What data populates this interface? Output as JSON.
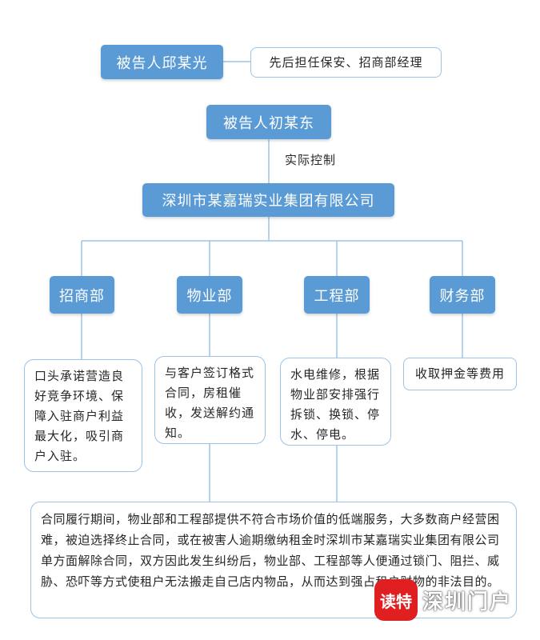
{
  "defendant_qiu": "被告人邱某光",
  "qiu_role": "先后担任保安、招商部经理",
  "defendant_chu": "被告人初某东",
  "relation_label": "实际控制",
  "company": "深圳市某嘉瑞实业集团有限公司",
  "departments": [
    {
      "name": "招商部",
      "duty": "口头承诺营造良好竞争环境、保障入驻商户利益最大化，吸引商户入驻。"
    },
    {
      "name": "物业部",
      "duty": "与客户签订格式合同，房租催收，发送解约通知。"
    },
    {
      "name": "工程部",
      "duty": "水电维修，根据物业部安排强行拆锁、换锁、停水、停电。"
    },
    {
      "name": "财务部",
      "duty": "收取押金等费用"
    }
  ],
  "summary": "合同履行期间，物业部和工程部提供不符合市场价值的低端服务，大多数商户经营困难，被迫选择终止合同，或在被害人逾期缴纳租金时深圳市某嘉瑞实业集团有限公司单方面解除合同，双方因此发生纠纷后，物业部、工程部等人便通过锁门、阻拦、威胁、恐吓等方式使租户无法搬走自己店内物品，从而达到强占租户财物的非法目的。",
  "watermark": {
    "badge": "读特",
    "text": "深圳门户"
  },
  "colors": {
    "node": "#5b9bd5",
    "line": "#9dc3e6",
    "text": "#262626",
    "badge": "#e02020"
  }
}
